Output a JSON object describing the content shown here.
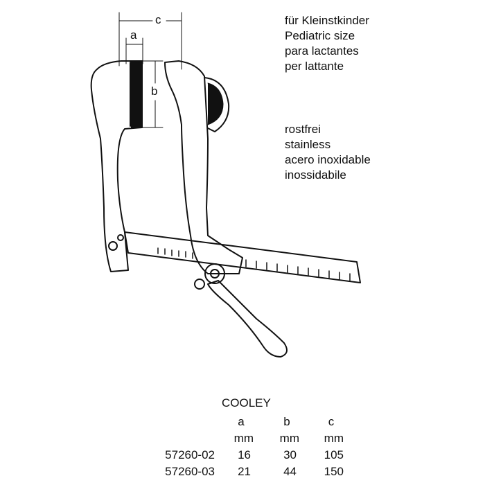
{
  "size_labels": [
    "für Kleinstkinder",
    "Pediatric size",
    "para lactantes",
    "per lattante"
  ],
  "material_labels": [
    "rostfrei",
    "stainless",
    "acero inoxidable",
    "inossidabile"
  ],
  "dimension_labels": {
    "a": "a",
    "b": "b",
    "c": "c"
  },
  "table": {
    "title": "COOLEY",
    "headers": [
      "a",
      "b",
      "c"
    ],
    "units": [
      "mm",
      "mm",
      "mm"
    ],
    "rows": [
      {
        "article": "57260-02",
        "a": "16",
        "b": "30",
        "c": "105"
      },
      {
        "article": "57260-03",
        "a": "21",
        "b": "44",
        "c": "150"
      }
    ]
  }
}
